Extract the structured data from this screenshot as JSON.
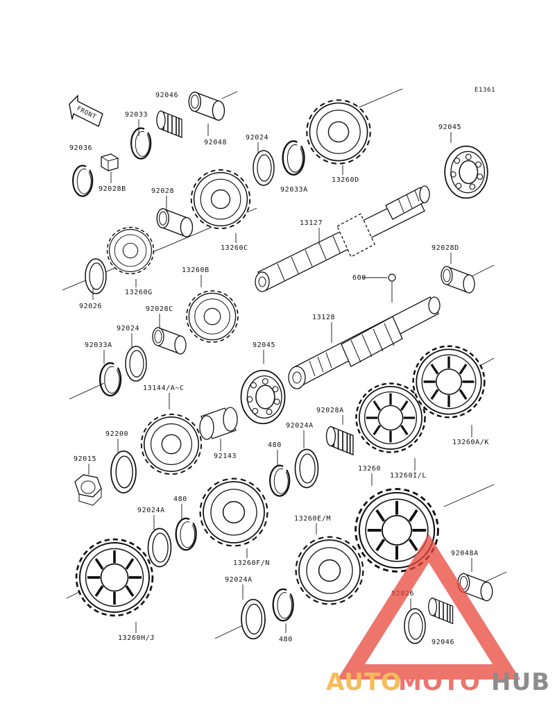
{
  "diagram_code": "E1361",
  "front_label": "FRONT",
  "parts": {
    "p92046": "92046",
    "p92033": "92033",
    "p92048": "92048",
    "p92036": "92036",
    "p92028B": "92028B",
    "p92024_top": "92024",
    "p92033A_top": "92033A",
    "p13260D": "13260D",
    "p92045_top": "92045",
    "p92028": "92028",
    "p13260C": "13260C",
    "p13127": "13127",
    "p92026_left": "92026",
    "p13260G": "13260G",
    "p13260B": "13260B",
    "p92028D": "92028D",
    "p600": "600",
    "p92028C": "92028C",
    "p92024_mid": "92024",
    "p13128": "13128",
    "p92033A_mid": "92033A",
    "p92045_mid": "92045",
    "p13144": "13144/A~C",
    "p92200": "92200",
    "p92028A": "92028A",
    "p92024A_mid": "92024A",
    "p92143": "92143",
    "p480_mid": "480",
    "p92015": "92015",
    "p13260I": "13260I/L",
    "p13260A": "13260A/K",
    "p13260": "13260",
    "p92024A_left": "92024A",
    "p480_left": "480",
    "p13260EM": "13260E/M",
    "p13260FN": "13260F/N",
    "p92048A": "92048A",
    "p92026_right": "92026",
    "p92024A_bottom": "92024A",
    "p480_bottom": "480",
    "p13260HJ": "13260H/J",
    "p92046_bottom": "92046"
  },
  "watermark": {
    "part1": "AUTO",
    "part2": "MOTO",
    "part3": "HUB",
    "color_orange": "#f5a623",
    "color_red": "#e8473b",
    "color_gray": "#666666"
  }
}
